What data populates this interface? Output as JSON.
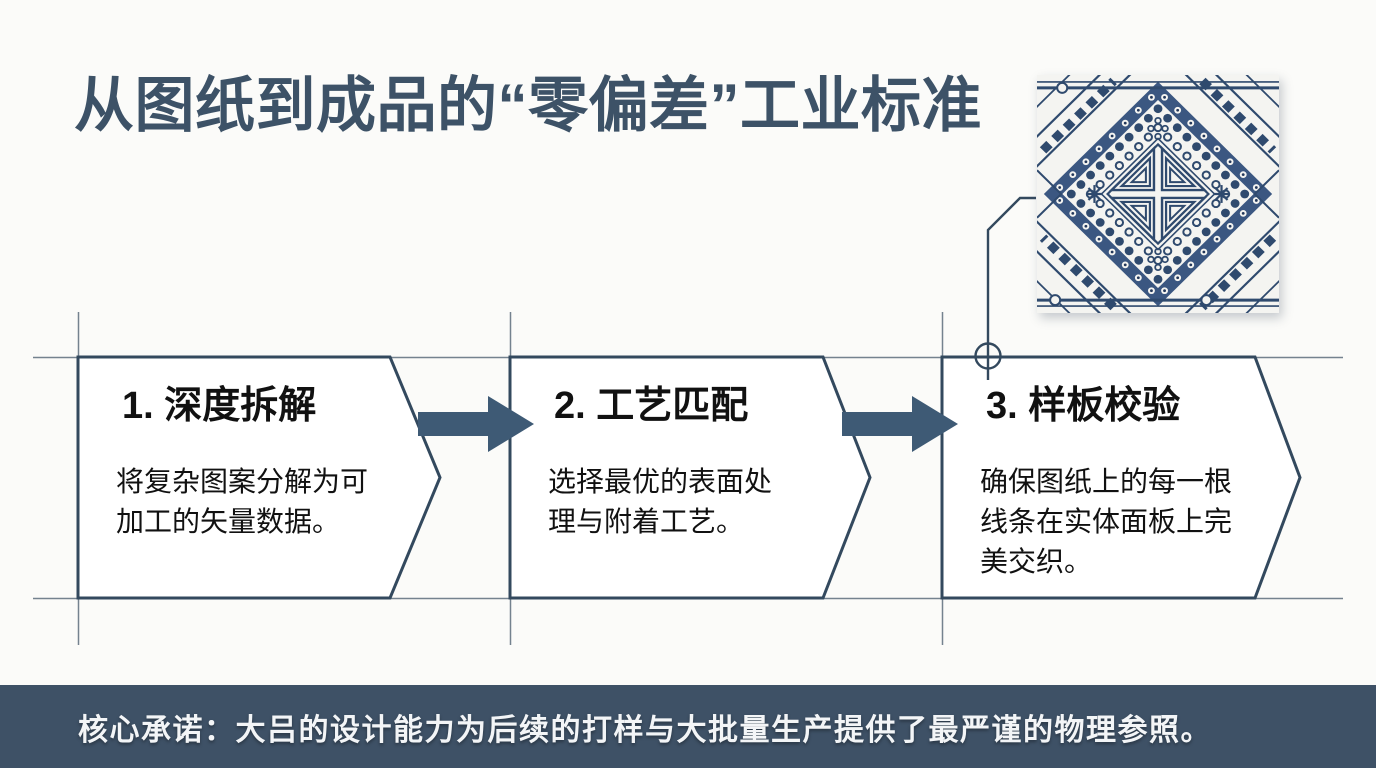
{
  "colors": {
    "slide_bg": "#fbfbf9",
    "title_color": "#3d5267",
    "accent_dark": "#33495e",
    "arrow": "#3e5a75",
    "guide": "#74828f",
    "body_text": "#111111",
    "footer_bg": "#3e5166",
    "footer_text": "#f3f5f7",
    "pattern_bg": "#f4f4f1",
    "pattern_blue": "#2f4a6e",
    "pattern_band": "#3b5781"
  },
  "title": {
    "text": "从图纸到成品的“零偏差”工业标准"
  },
  "pattern": {
    "name": "li-brocade-panel-pattern"
  },
  "steps": [
    {
      "heading": "1. 深度拆解",
      "body": "将复杂图案分解为可加工的矢量数据。"
    },
    {
      "heading": "2. 工艺匹配",
      "body": "选择最优的表面处理与附着工艺。"
    },
    {
      "heading": "3. 样板校验",
      "body": "确保图纸上的每一根线条在实体面板上完美交织。"
    }
  ],
  "footer": {
    "text": "核心承诺：大吕的设计能力为后续的打样与大批量生产提供了最严谨的物理参照。"
  }
}
